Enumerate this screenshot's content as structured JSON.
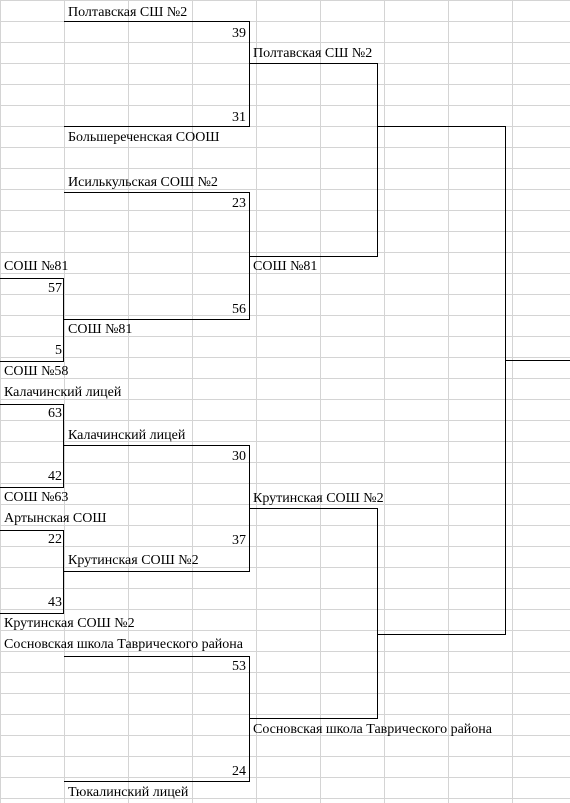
{
  "bracket": {
    "round1": {
      "soch81": "СОШ №81",
      "soch81_score": "57",
      "soch58_score": "5",
      "soch58": "СОШ №58",
      "kalach": "Калачинский лицей",
      "kalach_score": "63",
      "soch63_score": "42",
      "soch63": "СОШ №63",
      "artyn": "Артынская СОШ",
      "artyn_score": "22",
      "krut_score": "43",
      "krut": "Крутинская СОШ №2"
    },
    "round2": {
      "poltava": "Полтавская СШ №2",
      "poltava_score": "39",
      "bolsh_score": "31",
      "bolsh": "Большереченская СООШ",
      "isil": "Исилькульская СОШ №2",
      "isil_score": "23",
      "soch81_score": "56",
      "soch81": "СОШ №81",
      "kalach": "Калачинский лицей",
      "kalach_score": "30",
      "krut_score": "37",
      "krut": "Крутинская СОШ №2",
      "sosn": "Сосновская школа Таврического района",
      "sosn_score": "53",
      "tyuk_score": "24",
      "tyuk": "Тюкалинский лицей"
    },
    "round3": {
      "poltava": "Полтавская СШ №2",
      "soch81": "СОШ №81",
      "krut": "Крутинская СОШ №2",
      "sosn": "Сосновская школа Таврического района"
    }
  }
}
